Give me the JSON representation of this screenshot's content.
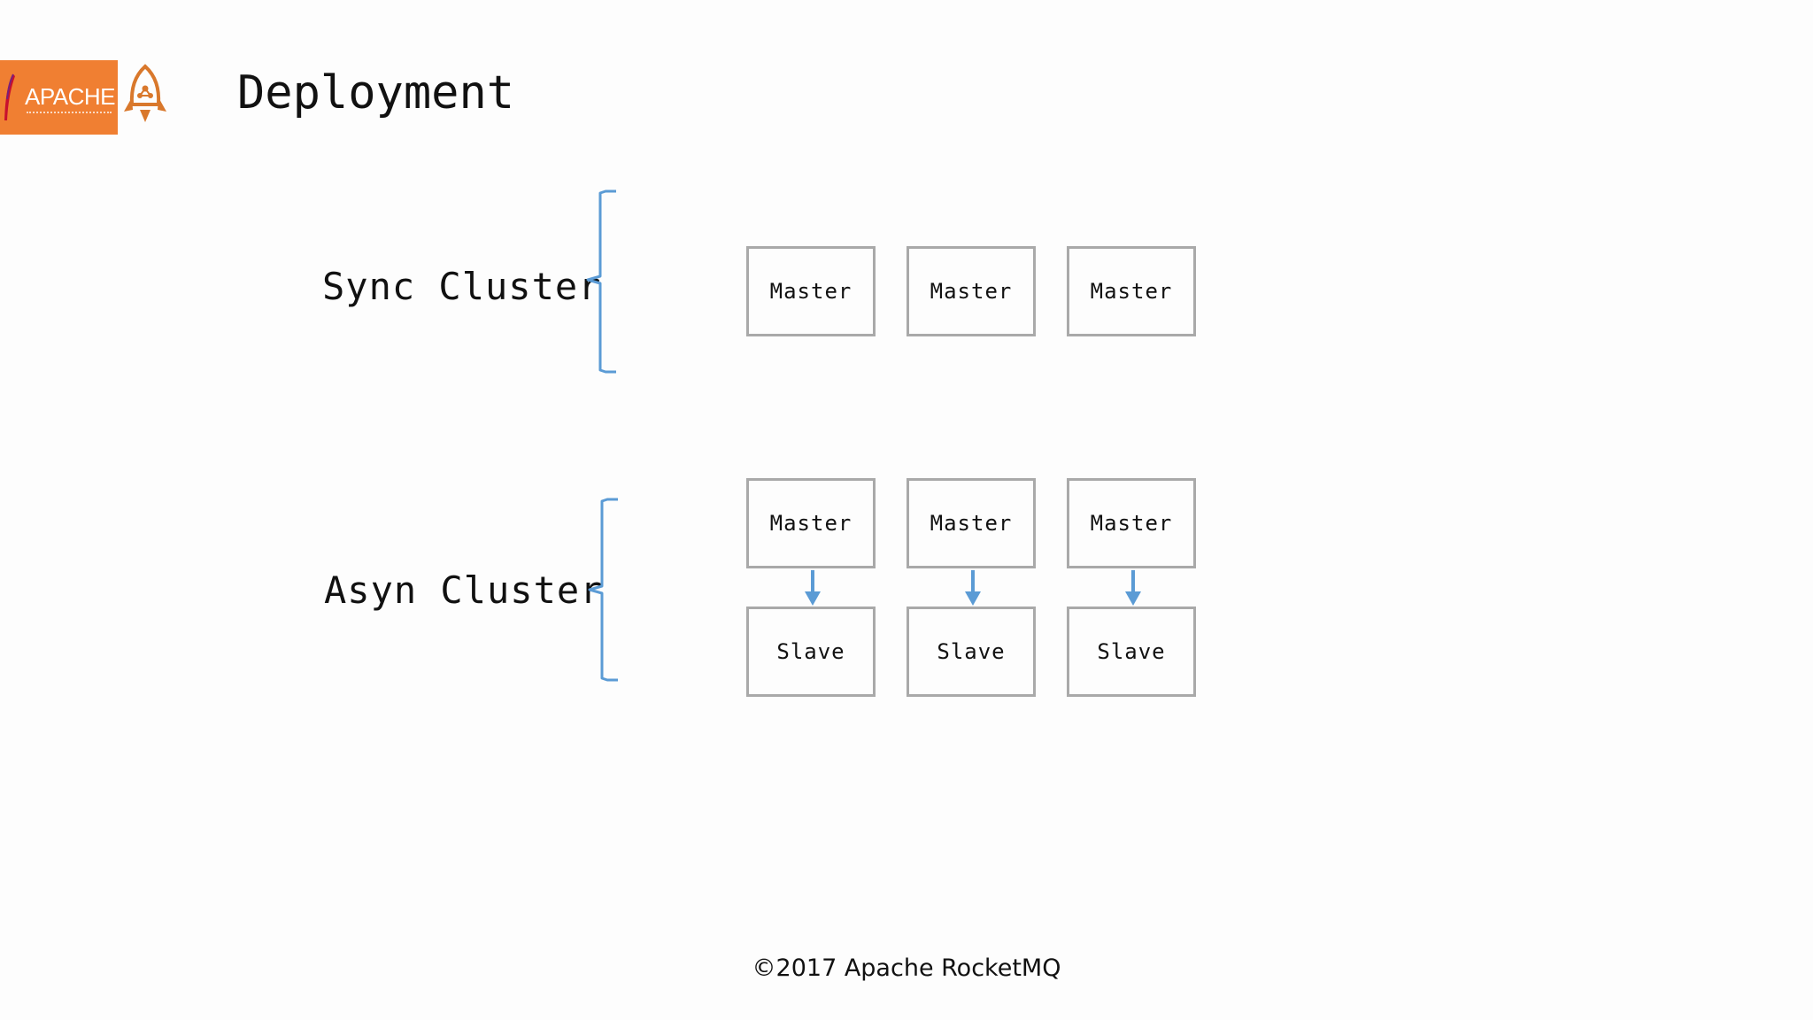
{
  "slide": {
    "title": "Deployment",
    "footer": "©2017 Apache RocketMQ"
  },
  "logo": {
    "apache_text": "APACHE",
    "brand_color": "#f07f32",
    "rocket_color": "#d9782c"
  },
  "clusters": {
    "sync": {
      "label": "Sync Cluster",
      "nodes": [
        "Master",
        "Master",
        "Master"
      ]
    },
    "asyn": {
      "label": "Asyn Cluster",
      "masters": [
        "Master",
        "Master",
        "Master"
      ],
      "slaves": [
        "Slave",
        "Slave",
        "Slave"
      ]
    }
  },
  "colors": {
    "bracket": "#5b9bd5",
    "arrow": "#5b9bd5",
    "box_border": "#a9a9a9"
  }
}
